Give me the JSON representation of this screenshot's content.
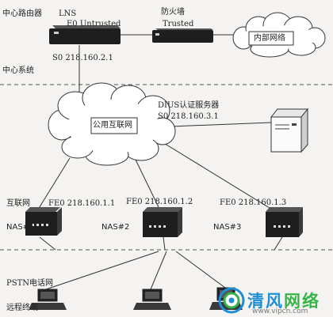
{
  "labels": {
    "center_router": "中心路由器",
    "lns": "LNS",
    "e0_untrusted": "E0 Untrusted",
    "firewall": "防火墙",
    "trusted": "Trusted",
    "internal_network": "内部网络",
    "center_s0": "S0  218.160.2.1",
    "center_system": "中心系统",
    "radius_server": "DIUS认证服务器",
    "radius_s0": "S0  218.160.3.1",
    "public_internet": "公用互联网",
    "internet_zone": "互联网",
    "nas1_fe0": "FE0   218.160.1.1",
    "nas2_fe0": "FE0   218.160.1.2",
    "nas3_fe0": "FE0   218.160.1.3",
    "nas1": "NAS#1",
    "nas2": "NAS#2",
    "nas3": "NAS#3",
    "pstn": "PSTN电话网",
    "remote_terminal": "远程终端"
  },
  "watermark": {
    "brand": "清风网络",
    "url": "www.vipcn.com"
  },
  "colors": {
    "background": "#f4f3f1",
    "device_dark": "#1e1e1e",
    "line": "#333333",
    "dashed": "#555555",
    "watermark_blue": "#1e8fd6",
    "watermark_green": "#38b34a"
  }
}
